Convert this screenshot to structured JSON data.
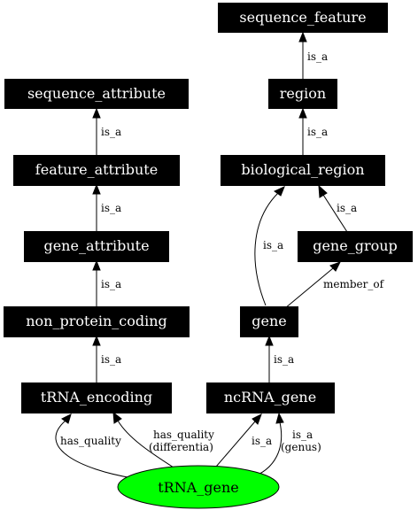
{
  "nodes": {
    "sequence_feature": "sequence_feature",
    "region": "region",
    "biological_region": "biological_region",
    "gene_group": "gene_group",
    "gene": "gene",
    "ncRNA_gene": "ncRNA_gene",
    "sequence_attribute": "sequence_attribute",
    "feature_attribute": "feature_attribute",
    "gene_attribute": "gene_attribute",
    "non_protein_coding": "non_protein_coding",
    "tRNA_encoding": "tRNA_encoding",
    "tRNA_gene": "tRNA_gene"
  },
  "edges": {
    "region_to_sequence_feature": "is_a",
    "biological_region_to_region": "is_a",
    "gene_group_to_biological_region": "is_a",
    "gene_to_biological_region": "is_a",
    "gene_to_gene_group": "member_of",
    "ncRNA_gene_to_gene": "is_a",
    "feature_attribute_to_sequence_attribute": "is_a",
    "gene_attribute_to_feature_attribute": "is_a",
    "non_protein_coding_to_gene_attribute": "is_a",
    "tRNA_encoding_to_non_protein_coding": "is_a",
    "tRNA_gene_has_quality": "has_quality",
    "tRNA_gene_has_quality_differentia_1": "has_quality",
    "tRNA_gene_has_quality_differentia_2": "(differentia)",
    "tRNA_gene_is_a_ncRNA_gene": "is_a",
    "tRNA_gene_is_a_genus_1": "is_a",
    "tRNA_gene_is_a_genus_2": "(genus)"
  },
  "colors": {
    "node_fill": "#000000",
    "node_text": "#ffffff",
    "root_fill": "#00ff00",
    "edge": "#000000"
  }
}
